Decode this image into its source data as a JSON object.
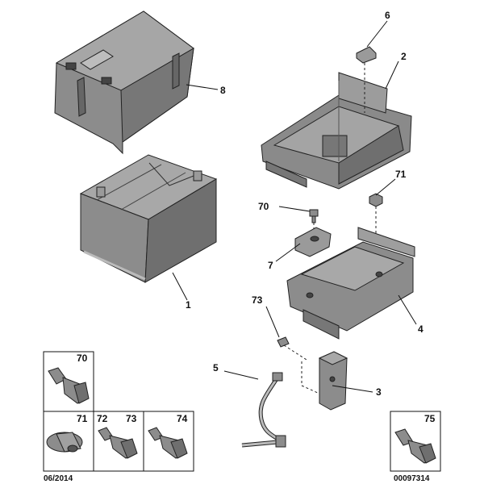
{
  "callouts": {
    "c1": "1",
    "c2": "2",
    "c3": "3",
    "c4": "4",
    "c5": "5",
    "c6": "6",
    "c7": "7",
    "c8": "8",
    "c70": "70",
    "c71": "71",
    "c73": "73"
  },
  "fastener_boxes": {
    "b70": "70",
    "b71": "71",
    "b72": "72",
    "b73": "73",
    "b74": "74",
    "b75": "75"
  },
  "footer": {
    "date": "06/2014",
    "ref": "00097314"
  },
  "colors": {
    "part_fill": "#8c8c8c",
    "part_dark": "#6a6a6a",
    "part_light": "#b3b3b3",
    "line": "#222222"
  }
}
